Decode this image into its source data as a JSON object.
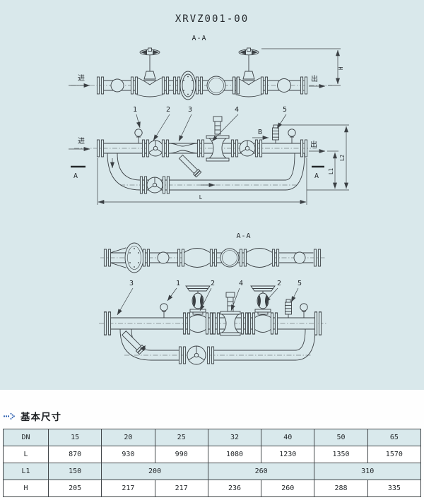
{
  "title": "XRVZ001-00",
  "labels": {
    "section_aa_top": "A-A",
    "section_aa_mid": "A-A",
    "inlet": "进",
    "outlet": "出",
    "view_a": "A",
    "view_b": "B",
    "dim_h": "H",
    "dim_l": "L",
    "dim_l1": "L1",
    "dim_l2": "L2"
  },
  "callouts_plan": [
    "1",
    "2",
    "3",
    "4",
    "5"
  ],
  "callouts_elevation": [
    "3",
    "1",
    "2",
    "4",
    "2",
    "5"
  ],
  "table": {
    "heading": "基本尺寸",
    "rows": [
      {
        "label": "DN",
        "cells": [
          {
            "t": "15",
            "s": 1
          },
          {
            "t": "20",
            "s": 1
          },
          {
            "t": "25",
            "s": 1
          },
          {
            "t": "32",
            "s": 1
          },
          {
            "t": "40",
            "s": 1
          },
          {
            "t": "50",
            "s": 1
          },
          {
            "t": "65",
            "s": 1
          }
        ]
      },
      {
        "label": "L",
        "cells": [
          {
            "t": "870",
            "s": 1
          },
          {
            "t": "930",
            "s": 1
          },
          {
            "t": "990",
            "s": 1
          },
          {
            "t": "1080",
            "s": 1
          },
          {
            "t": "1230",
            "s": 1
          },
          {
            "t": "1350",
            "s": 1
          },
          {
            "t": "1570",
            "s": 1
          }
        ]
      },
      {
        "label": "L1",
        "cells": [
          {
            "t": "150",
            "s": 1
          },
          {
            "t": "200",
            "s": 2
          },
          {
            "t": "260",
            "s": 2
          },
          {
            "t": "310",
            "s": 2
          }
        ]
      },
      {
        "label": "H",
        "cells": [
          {
            "t": "205",
            "s": 1
          },
          {
            "t": "217",
            "s": 1
          },
          {
            "t": "217",
            "s": 1
          },
          {
            "t": "236",
            "s": 1
          },
          {
            "t": "260",
            "s": 1
          },
          {
            "t": "288",
            "s": 1
          },
          {
            "t": "335",
            "s": 1
          }
        ]
      }
    ]
  },
  "colors": {
    "canvas_bg": "#d9e8eb",
    "line": "#3b4044",
    "accent_blue": "#2b5fb0",
    "table_alt_bg": "#d9e9ec"
  }
}
